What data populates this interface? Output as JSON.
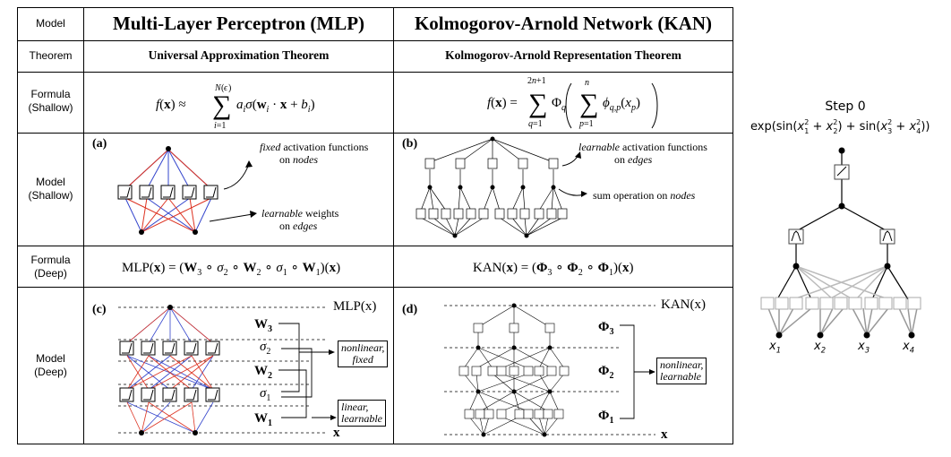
{
  "table": {
    "header": {
      "model_label": "Model",
      "mlp_title": "Multi-Layer Perceptron (MLP)",
      "kan_title": "Kolmogorov-Arnold Network (KAN)"
    },
    "rows": {
      "theorem": {
        "label": "Theorem",
        "mlp": "Universal Approximation Theorem",
        "kan": "Kolmogorov-Arnold Representation Theorem"
      },
      "formula_shallow": {
        "label_line1": "Formula",
        "label_line2": "(Shallow)"
      },
      "model_shallow": {
        "label_line1": "Model",
        "label_line2": "(Shallow)",
        "mlp_tag": "(a)",
        "kan_tag": "(b)",
        "mlp_note1_a": "fixed",
        "mlp_note1_b": " activation functions",
        "mlp_note1_c": "on ",
        "mlp_note1_d": "nodes",
        "mlp_note2_a": "learnable",
        "mlp_note2_b": " weights",
        "mlp_note2_c": "on ",
        "mlp_note2_d": "edges",
        "kan_note1_a": "learnable",
        "kan_note1_b": " activation functions",
        "kan_note1_c": "on ",
        "kan_note1_d": "edges",
        "kan_note2_a": "sum operation on ",
        "kan_note2_b": "nodes"
      },
      "formula_deep": {
        "label_line1": "Formula",
        "label_line2": "(Deep)"
      },
      "model_deep": {
        "label_line1": "Model",
        "label_line2": "(Deep)",
        "mlp_tag": "(c)",
        "kan_tag": "(d)",
        "mlp_out": "MLP(x)",
        "kan_out": "KAN(x)",
        "x_in": "x",
        "mlp_box1_a": "nonlinear,",
        "mlp_box1_b": "fixed",
        "mlp_box2_a": "linear,",
        "mlp_box2_b": "learnable",
        "kan_box_a": "nonlinear,",
        "kan_box_b": "learnable"
      }
    }
  },
  "side_panel": {
    "step_label": "Step 0",
    "inputs": [
      "x",
      "x",
      "x",
      "x"
    ],
    "input_subs": [
      "1",
      "2",
      "3",
      "4"
    ]
  }
}
